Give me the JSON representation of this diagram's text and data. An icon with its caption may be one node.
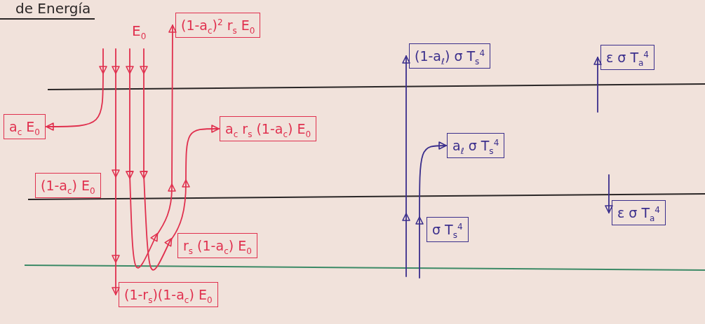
{
  "diagram": {
    "title": "de Energía",
    "nodes": [
      {
        "text": [
          "(1-a$_{c}$)$^{2}$ r$_{s}$ E$_{0}$"
        ]
      },
      {
        "text": [
          "a$_{c}$ E$_{0}$"
        ]
      },
      {
        "text": [
          "a$_{c}$ r$_{s}$ (1-a$_{c}$) E$_{0}$"
        ]
      },
      {
        "text": [
          "(1-a$_{c}$) E$_{0}$"
        ]
      },
      {
        "text": [
          "r$_{s}$ (1-a$_{c}$) E$_{0}$"
        ]
      },
      {
        "text": [
          "(1-r$_{s}$)(1-a$_{c}$) E$_{0}$"
        ]
      },
      {
        "text": [
          "(1-a$_{ℓ}$) σ T$_{s}$$^{4}$"
        ]
      },
      {
        "text": [
          "a$_{ℓ}$ σ T$_{s}$$^{4}$"
        ]
      },
      {
        "text": [
          "σ T$_{s}$$^{4}$"
        ]
      },
      {
        "text": [
          "ε σ T$_{a}$$^{4}$"
        ]
      },
      {
        "text": [
          "ε σ T$_{a}$$^{4}$"
        ]
      }
    ],
    "edges": [
      {
        "from": null,
        "to": 1,
        "arrow": "to",
        "color": "#e0304e"
      },
      {
        "from": null,
        "to": 5,
        "arrow": "to",
        "color": "#e0304e"
      },
      {
        "from": null,
        "to": 0,
        "arrow": "to",
        "color": "#e0304e"
      },
      {
        "from": null,
        "to": 2,
        "arrow": "to",
        "color": "#e0304e"
      },
      {
        "from": null,
        "to": 6,
        "arrow": "to",
        "color": "#3a2e8c"
      },
      {
        "from": null,
        "to": 7,
        "arrow": "to",
        "color": "#3a2e8c"
      },
      {
        "from": null,
        "to": 9,
        "arrow": "to",
        "color": "#3a2e8c"
      },
      {
        "from": null,
        "to": 10,
        "arrow": "to",
        "color": "#3a2e8c"
      }
    ],
    "labels": [
      "E$_{0}$"
    ]
  }
}
